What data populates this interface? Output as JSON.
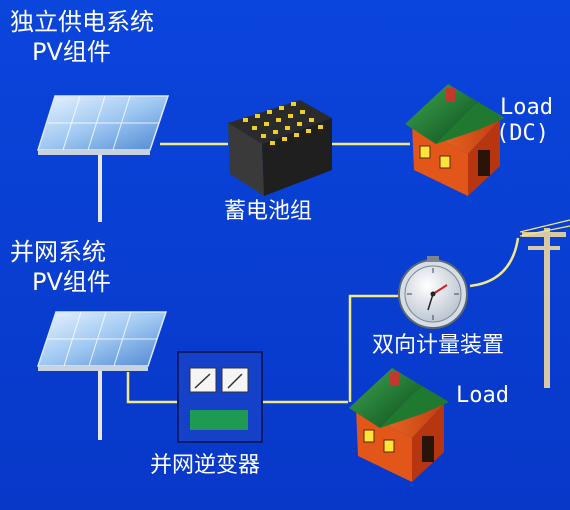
{
  "colors": {
    "background": "#0a43d8",
    "wire": "#f2e98a",
    "roof": "#1c6b2a",
    "house_wall": "#e85a1a",
    "inverter_box": "#1541c8",
    "inverter_bar": "#1f9a52"
  },
  "standalone": {
    "title_line1": "独立供电系统",
    "title_line2": "PV组件",
    "battery_label": "蓄电池组",
    "load_label_line1": "Load",
    "load_label_line2": "(DC)"
  },
  "grid_tied": {
    "title_line1": "并网系统",
    "title_line2": "PV组件",
    "inverter_label": "并网逆变器",
    "meter_label": "双向计量装置",
    "load_label": "Load"
  },
  "icons": {
    "solar_panel": "solar-panel-icon",
    "battery": "battery-bank-icon",
    "house": "house-icon",
    "meter": "bidirectional-meter-icon",
    "inverter": "inverter-icon",
    "pole": "utility-pole-icon"
  }
}
